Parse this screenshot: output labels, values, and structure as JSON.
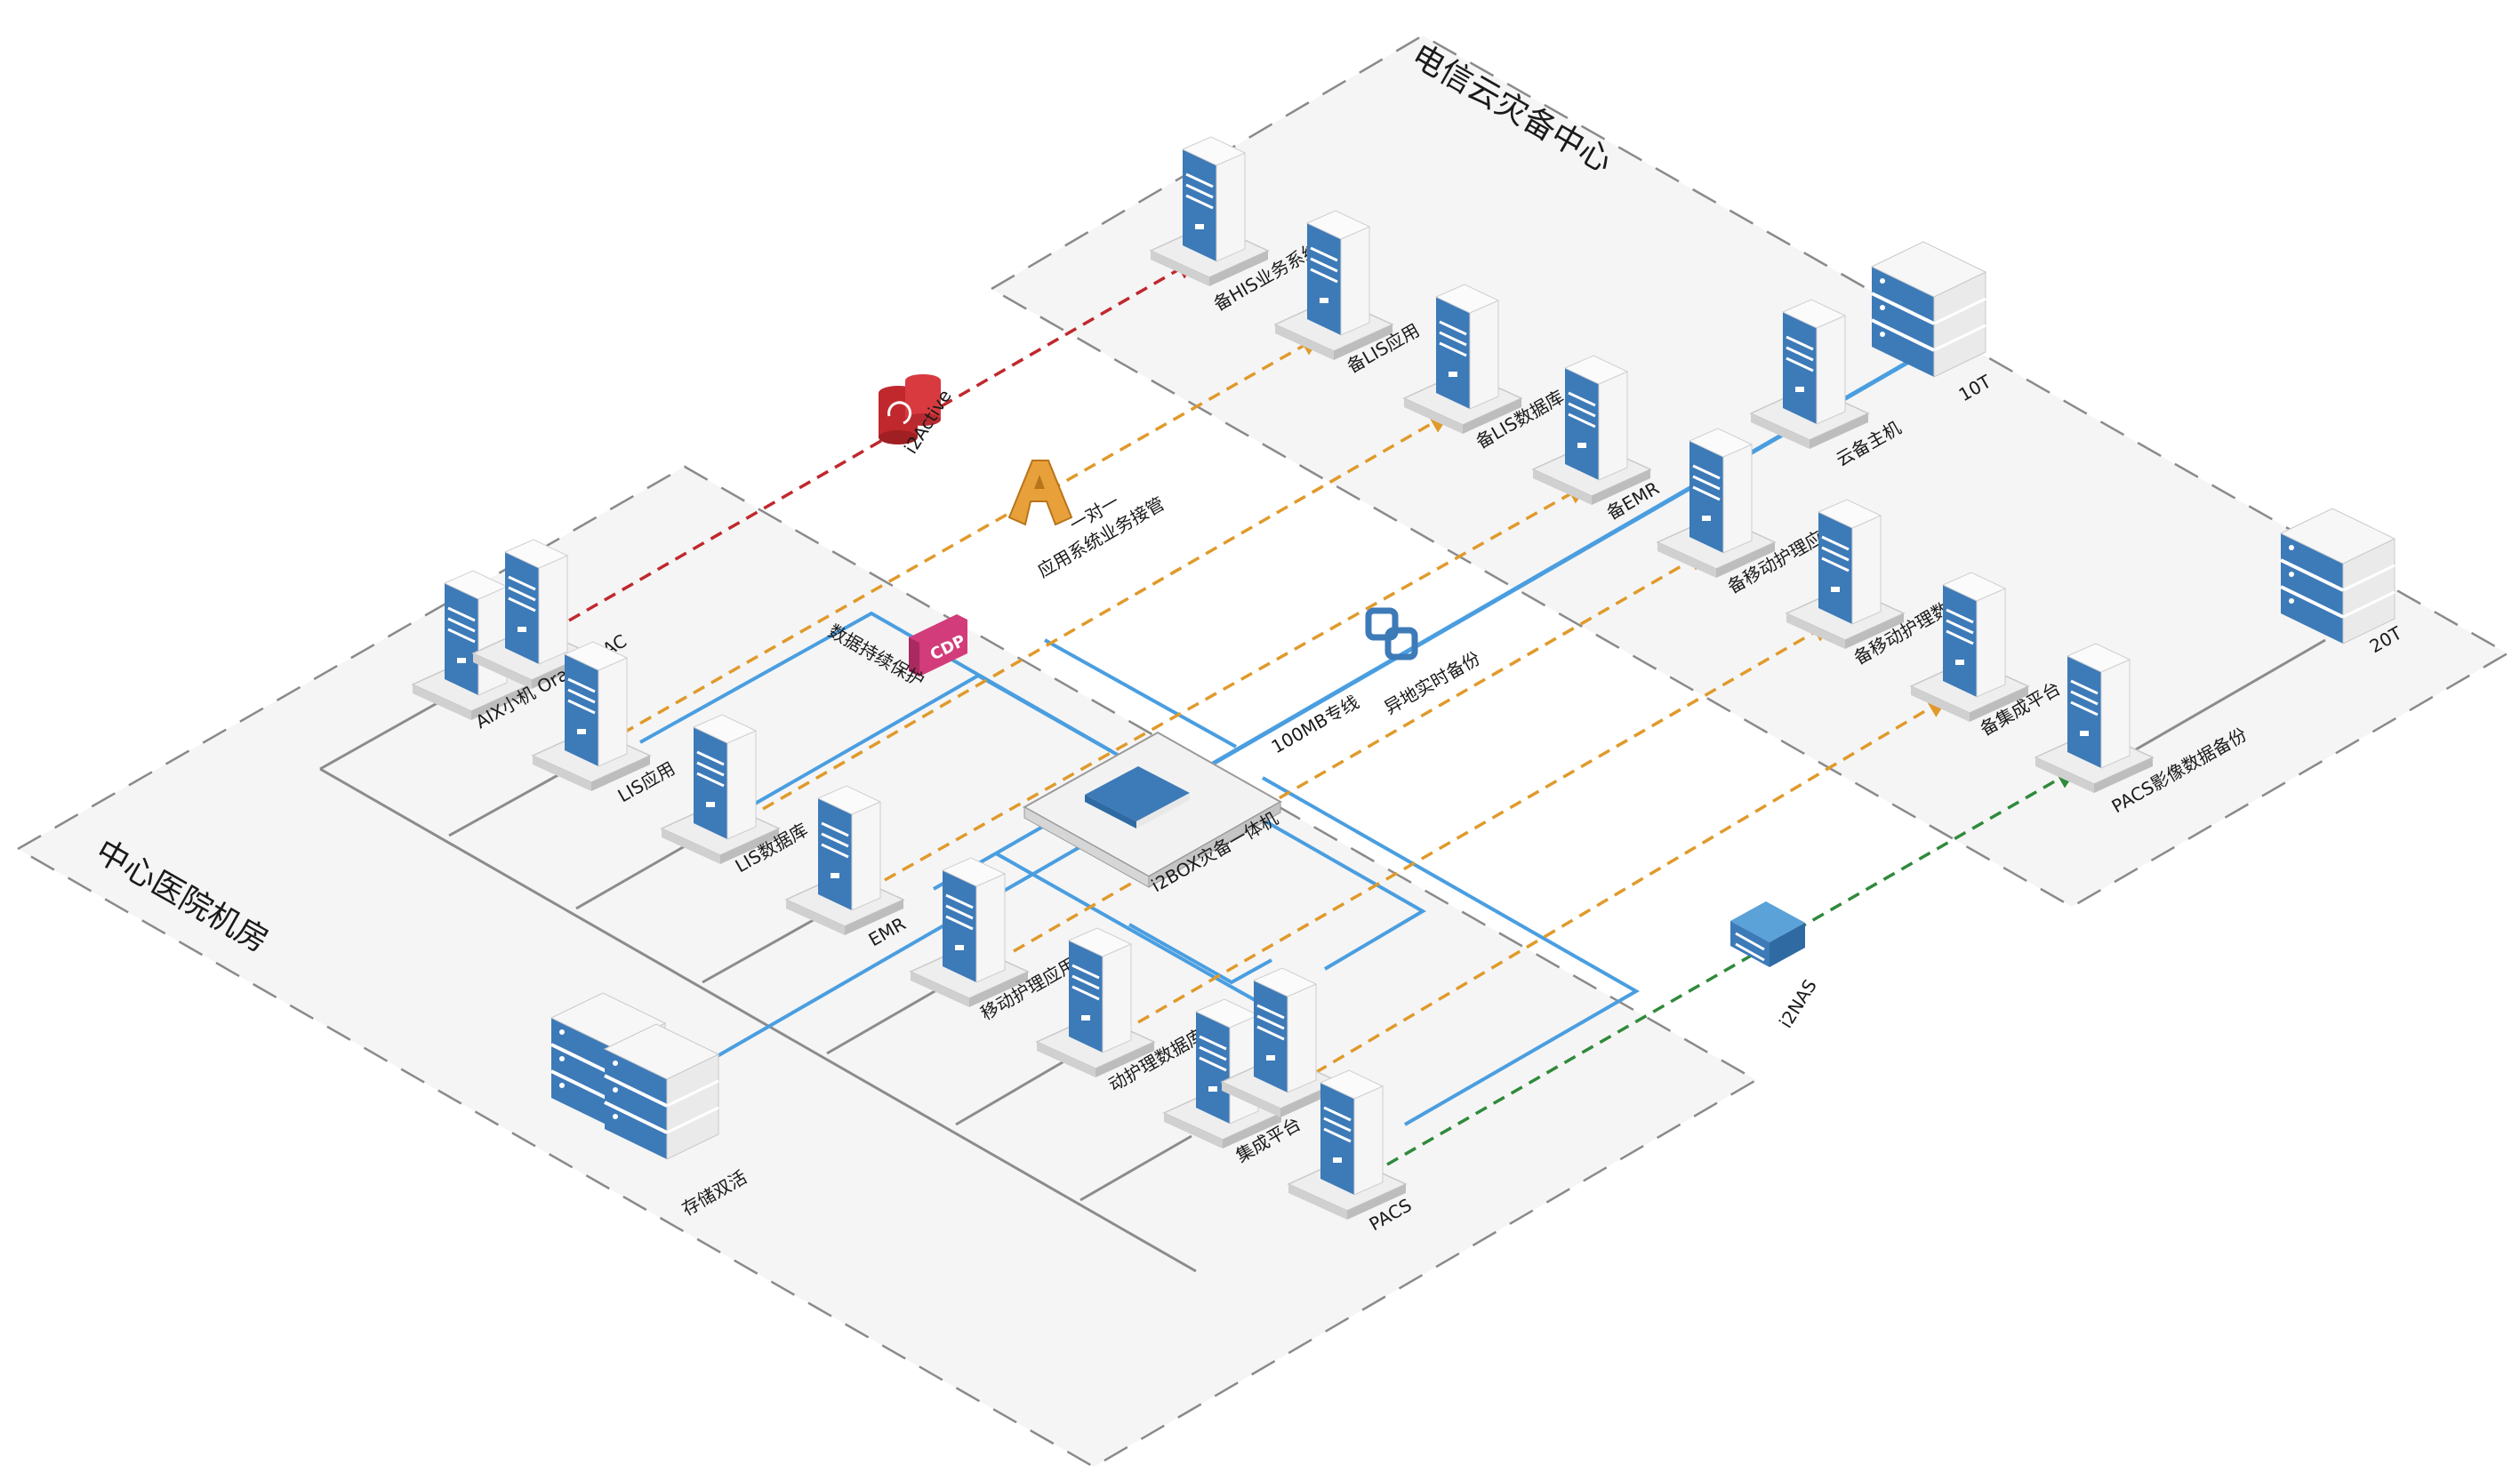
{
  "zones": {
    "cloud": "电信云灾备中心",
    "local": "中心医院机房"
  },
  "links": {
    "i2active": "i2Active",
    "app_takeover_line1": "一对一",
    "app_takeover_line2": "应用系统业务接管",
    "cdp": "数据持续保护",
    "dedicated_line": "100MB专线",
    "remote_backup": "异地实时备份",
    "i2nas": "i2NAS"
  },
  "local_nodes": {
    "aix": "AIX小机 Oracle RAC",
    "lis_app": "LIS应用",
    "lis_db": "LIS数据库",
    "emr": "EMR",
    "i2box": "i2BOX灾备一体机",
    "mobile_app": "移动护理应用",
    "mobile_db": "动护理数据库",
    "integration": "集成平台",
    "pacs": "PACS",
    "storage": "存储双活"
  },
  "cloud_nodes": {
    "his": "备HIS业务系统",
    "lis_app": "备LIS应用",
    "lis_db": "备LIS数据库",
    "emr": "备EMR",
    "cloud_host": "云备主机",
    "storage_10t": "10T",
    "mobile_app": "备移动护理应用",
    "mobile_db": "备移动护理数据库",
    "integration": "备集成平台",
    "pacs_backup": "PACS影像数据备份",
    "storage_20t": "20T"
  },
  "colors": {
    "zone_fill": "#f5f5f5",
    "zone_border": "#8a8a8a",
    "fiber": "#4a9ee0",
    "ethernet": "#8c8c8c",
    "red_link": "#c0282d",
    "orange_link": "#e09a2b",
    "green_link": "#2f8a3b",
    "server_front": "#3d7ab8",
    "cdp_icon": "#d23c7a"
  }
}
